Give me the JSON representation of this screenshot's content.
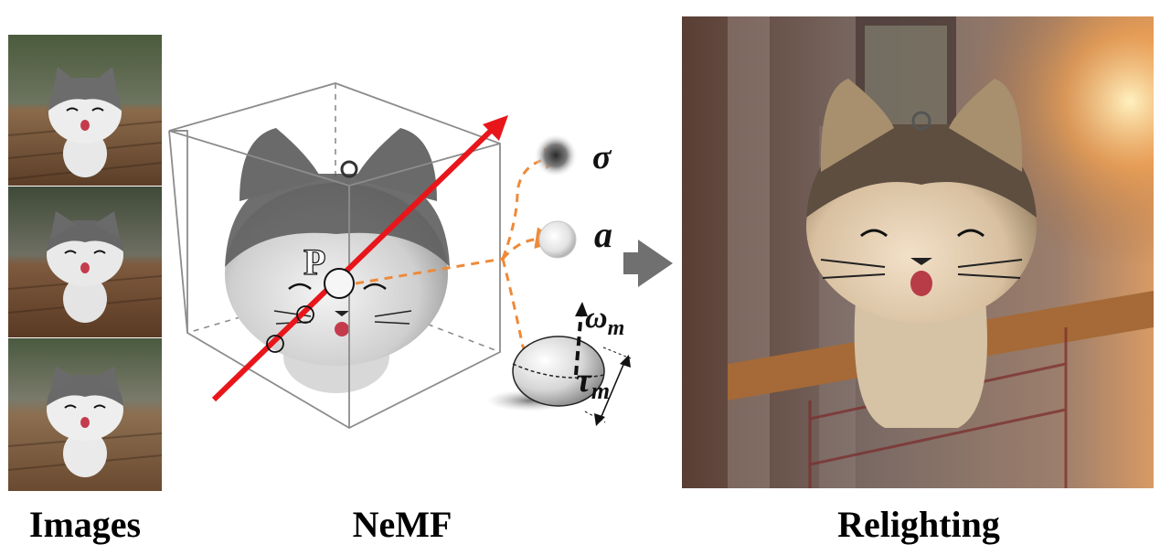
{
  "captions": {
    "images": "Images",
    "nemf": "NeMF",
    "relighting": "Relighting"
  },
  "diagram": {
    "point_label": "P",
    "sigma": "σ",
    "albedo": "a",
    "omega": "ω",
    "omega_sub": "m",
    "tau": "τ",
    "tau_sub": "m"
  },
  "colors": {
    "ray": "#e8161b",
    "dashed_arrow": "#ee8a3a",
    "cube": "#8c8c8c",
    "next_arrow": "#707070"
  }
}
